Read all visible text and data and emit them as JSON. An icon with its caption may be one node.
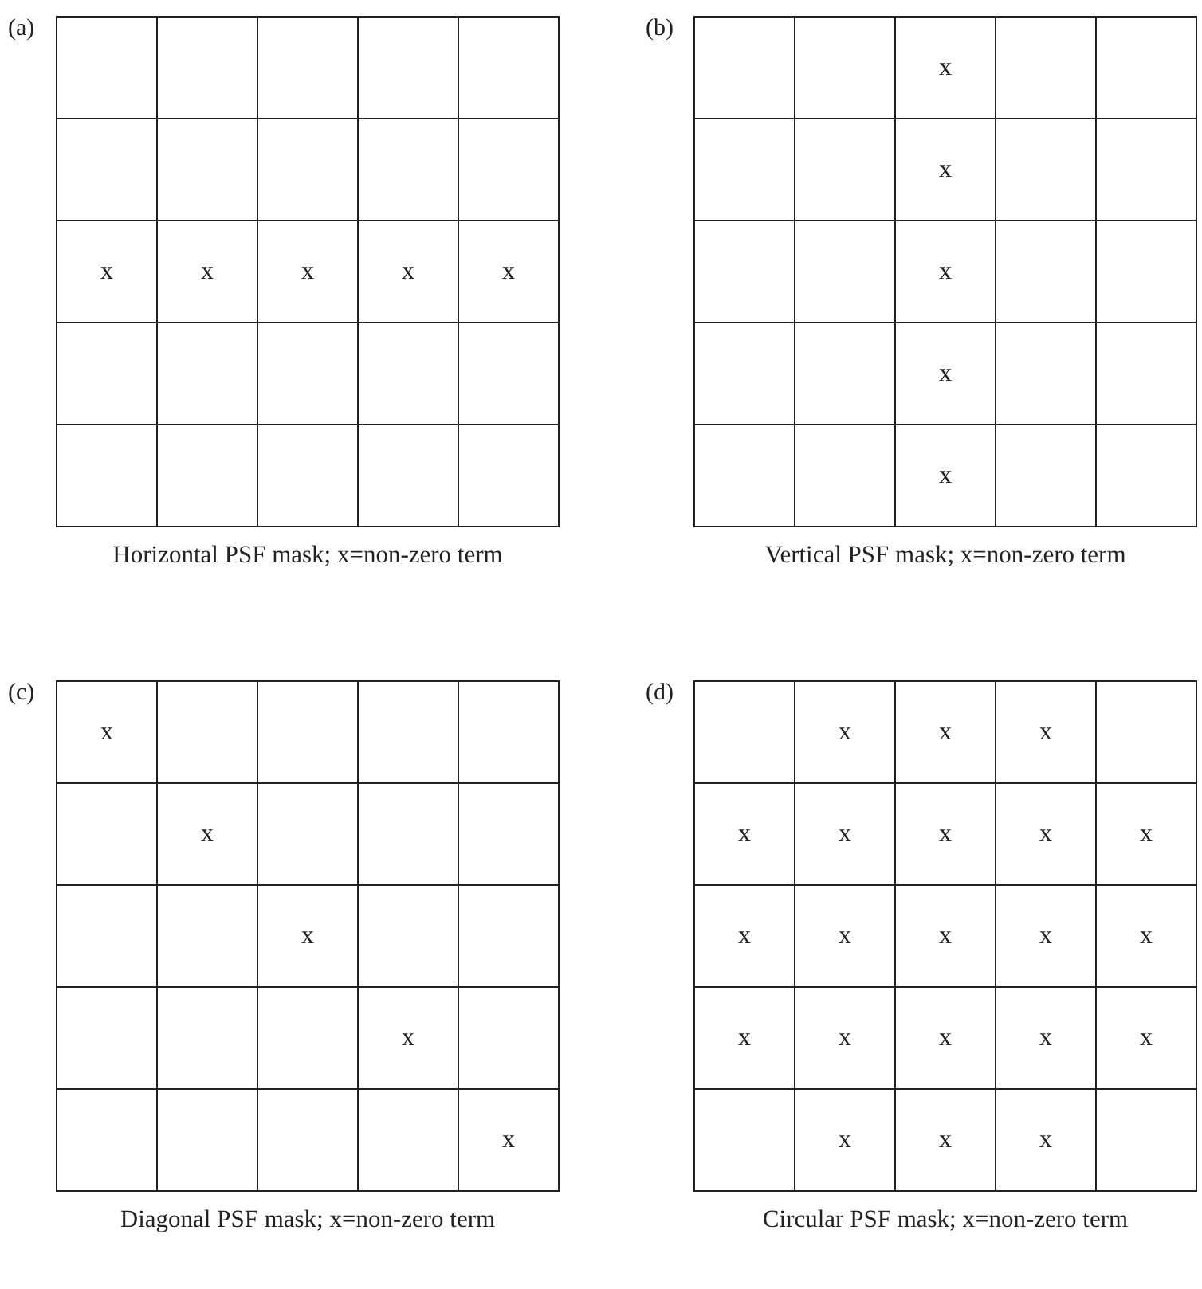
{
  "diagram": {
    "nodes": [
      {
        "text": [
          "(a)"
        ],
        "beside": [
          "Horizontal PSF mask; x=non-zero term"
        ]
      },
      {
        "text": [],
        "shape": "box",
        "in": 0
      },
      {
        "text": [],
        "shape": "box",
        "in": 0
      },
      {
        "text": [],
        "shape": "box",
        "in": 0
      },
      {
        "text": [],
        "shape": "box",
        "in": 0
      },
      {
        "text": [],
        "shape": "box",
        "in": 0
      },
      {
        "text": [],
        "shape": "box",
        "in": 0
      },
      {
        "text": [],
        "shape": "box",
        "in": 0
      },
      {
        "text": [],
        "shape": "box",
        "in": 0
      },
      {
        "text": [],
        "shape": "box",
        "in": 0
      },
      {
        "text": [],
        "shape": "box",
        "in": 0
      },
      {
        "text": [
          "x"
        ],
        "in": 0
      },
      {
        "text": [
          "x"
        ],
        "in": 0
      },
      {
        "text": [
          "x"
        ],
        "in": 0
      },
      {
        "text": [
          "x"
        ],
        "in": 0
      },
      {
        "text": [
          "x"
        ],
        "in": 0
      },
      {
        "text": [],
        "shape": "box",
        "in": 0
      },
      {
        "text": [],
        "shape": "box",
        "in": 0
      },
      {
        "text": [],
        "shape": "box",
        "in": 0
      },
      {
        "text": [],
        "shape": "box",
        "in": 0
      },
      {
        "text": [],
        "shape": "box",
        "in": 0
      },
      {
        "text": [],
        "shape": "box",
        "in": 0
      },
      {
        "text": [],
        "shape": "box",
        "in": 0
      },
      {
        "text": [],
        "shape": "box",
        "in": 0
      },
      {
        "text": [],
        "shape": "box",
        "in": 0
      },
      {
        "text": [],
        "shape": "box",
        "in": 0
      },
      {
        "text": [
          "(b)"
        ],
        "beside": [
          "Vertical PSF mask; x=non-zero term"
        ]
      },
      {
        "text": [],
        "shape": "box",
        "in": 26
      },
      {
        "text": [],
        "shape": "box",
        "in": 26
      },
      {
        "text": [
          "x"
        ],
        "in": 26
      },
      {
        "text": [],
        "shape": "box",
        "in": 26
      },
      {
        "text": [],
        "shape": "box",
        "in": 26
      },
      {
        "text": [],
        "shape": "box",
        "in": 26
      },
      {
        "text": [],
        "shape": "box",
        "in": 26
      },
      {
        "text": [
          "x"
        ],
        "in": 26
      },
      {
        "text": [],
        "shape": "box",
        "in": 26
      },
      {
        "text": [],
        "shape": "box",
        "in": 26
      },
      {
        "text": [],
        "shape": "box",
        "in": 26
      },
      {
        "text": [],
        "shape": "box",
        "in": 26
      },
      {
        "text": [
          "x"
        ],
        "in": 26
      },
      {
        "text": [],
        "shape": "box",
        "in": 26
      },
      {
        "text": [],
        "shape": "box",
        "in": 26
      },
      {
        "text": [],
        "shape": "box",
        "in": 26
      },
      {
        "text": [],
        "shape": "box",
        "in": 26
      },
      {
        "text": [
          "x"
        ],
        "in": 26
      },
      {
        "text": [],
        "shape": "box",
        "in": 26
      },
      {
        "text": [],
        "shape": "box",
        "in": 26
      },
      {
        "text": [],
        "shape": "box",
        "in": 26
      },
      {
        "text": [],
        "shape": "box",
        "in": 26
      },
      {
        "text": [
          "x"
        ],
        "in": 26
      },
      {
        "text": [],
        "shape": "box",
        "in": 26
      },
      {
        "text": [],
        "shape": "box",
        "in": 26
      },
      {
        "text": [
          "(c)"
        ],
        "beside": [
          "Diagonal PSF mask; x=non-zero term"
        ]
      },
      {
        "text": [
          "x"
        ],
        "in": 52
      },
      {
        "text": [],
        "shape": "box",
        "in": 52
      },
      {
        "text": [],
        "shape": "box",
        "in": 52
      },
      {
        "text": [],
        "shape": "box",
        "in": 52
      },
      {
        "text": [],
        "shape": "box",
        "in": 52
      },
      {
        "text": [],
        "shape": "box",
        "in": 52
      },
      {
        "text": [
          "x"
        ],
        "in": 52
      },
      {
        "text": [],
        "shape": "box",
        "in": 52
      },
      {
        "text": [],
        "shape": "box",
        "in": 52
      },
      {
        "text": [],
        "shape": "box",
        "in": 52
      },
      {
        "text": [],
        "shape": "box",
        "in": 52
      },
      {
        "text": [],
        "shape": "box",
        "in": 52
      },
      {
        "text": [
          "x"
        ],
        "in": 52
      },
      {
        "text": [],
        "shape": "box",
        "in": 52
      },
      {
        "text": [],
        "shape": "box",
        "in": 52
      },
      {
        "text": [],
        "shape": "box",
        "in": 52
      },
      {
        "text": [],
        "shape": "box",
        "in": 52
      },
      {
        "text": [],
        "shape": "box",
        "in": 52
      },
      {
        "text": [
          "x"
        ],
        "in": 52
      },
      {
        "text": [],
        "shape": "box",
        "in": 52
      },
      {
        "text": [],
        "shape": "box",
        "in": 52
      },
      {
        "text": [],
        "shape": "box",
        "in": 52
      },
      {
        "text": [],
        "shape": "box",
        "in": 52
      },
      {
        "text": [],
        "shape": "box",
        "in": 52
      },
      {
        "text": [
          "x"
        ],
        "in": 52
      },
      {
        "text": [
          "(d)"
        ],
        "beside": [
          "Circular PSF mask; x=non-zero term"
        ]
      },
      {
        "text": [],
        "shape": "box",
        "in": 78
      },
      {
        "text": [
          "x"
        ],
        "in": 78
      },
      {
        "text": [
          "x"
        ],
        "in": 78
      },
      {
        "text": [
          "x"
        ],
        "in": 78
      },
      {
        "text": [],
        "shape": "box",
        "in": 78
      },
      {
        "text": [
          "x"
        ],
        "in": 78
      },
      {
        "text": [
          "x"
        ],
        "in": 78
      },
      {
        "text": [
          "x"
        ],
        "in": 78
      },
      {
        "text": [
          "x"
        ],
        "in": 78
      },
      {
        "text": [
          "x"
        ],
        "in": 78
      },
      {
        "text": [
          "x"
        ],
        "in": 78
      },
      {
        "text": [
          "x"
        ],
        "in": 78
      },
      {
        "text": [
          "x"
        ],
        "in": 78
      },
      {
        "text": [
          "x"
        ],
        "in": 78
      },
      {
        "text": [
          "x"
        ],
        "in": 78
      },
      {
        "text": [
          "x"
        ],
        "in": 78
      },
      {
        "text": [
          "x"
        ],
        "in": 78
      },
      {
        "text": [
          "x"
        ],
        "in": 78
      },
      {
        "text": [
          "x"
        ],
        "in": 78
      },
      {
        "text": [
          "x"
        ],
        "in": 78
      },
      {
        "text": [],
        "shape": "box",
        "in": 78
      },
      {
        "text": [
          "x"
        ],
        "in": 78
      },
      {
        "text": [
          "x"
        ],
        "in": 78
      },
      {
        "text": [
          "x"
        ],
        "in": 78
      },
      {
        "text": [],
        "shape": "box",
        "in": 78
      }
    ]
  }
}
